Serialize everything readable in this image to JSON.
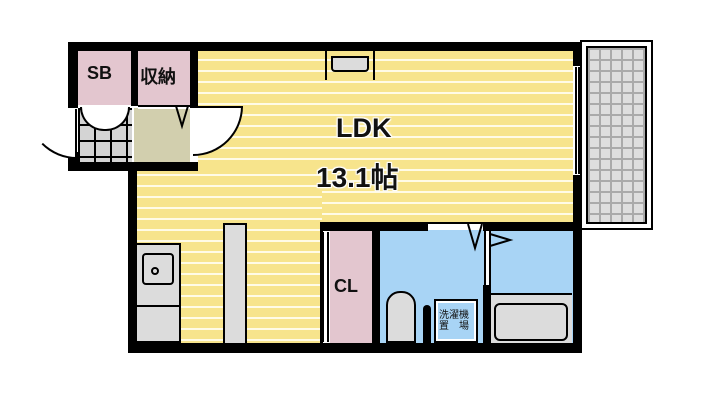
{
  "floorplan": {
    "rooms": {
      "ldk": {
        "name": "LDK",
        "size": "13.1帖"
      },
      "shoe_box": {
        "name": "SB"
      },
      "storage": {
        "name": "収納"
      },
      "closet": {
        "name": "CL"
      },
      "washer": {
        "line1": "洗濯機",
        "line2": "置　場"
      }
    },
    "colors": {
      "wall": "#000000",
      "ldk_floor": "#f7e48c",
      "storage_floor": "#e3c6cf",
      "wet_area": "#a8d4f5",
      "entrance": "#d2cfae",
      "fixtures": "#dcdcdc"
    }
  }
}
